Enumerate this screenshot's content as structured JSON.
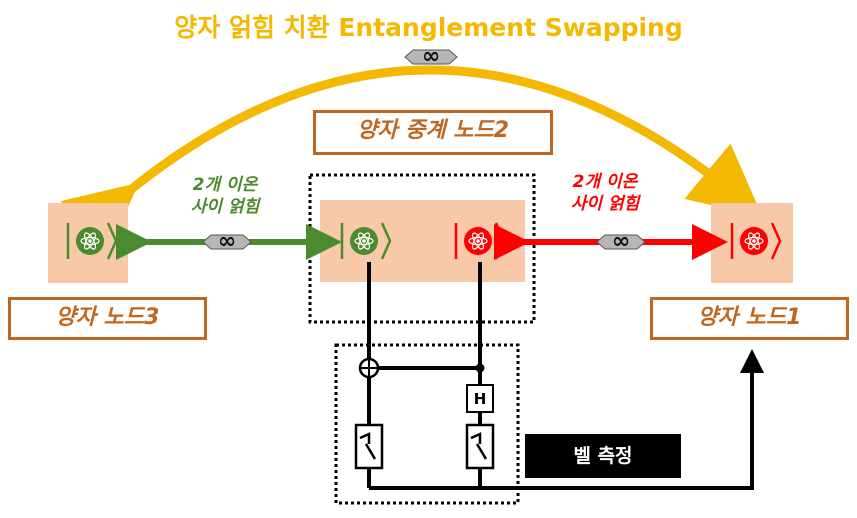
{
  "title": "양자 얽힘 치환 Entanglement Swapping",
  "infinity_symbol": "∞",
  "repeater_label": "양자 중계 노드2",
  "node3_label": "양자 노드3",
  "node1_label": "양자 노드1",
  "left_link_label": [
    "2개 이온",
    "사이 얽힘"
  ],
  "right_link_label": [
    "2개 이온",
    "사이 얽힘"
  ],
  "bell_measurement_label": "벨 측정",
  "hadamard_gate_label": "H",
  "colors": {
    "title": "#f5b800",
    "arc": "#f5b800",
    "green_link": "#4c8a2e",
    "red_link": "#ff0000",
    "node_background": "#f7c9a9",
    "label_border": "#c0661e",
    "ion_green": "#4c8a2e",
    "ion_red": "#ff0000"
  }
}
